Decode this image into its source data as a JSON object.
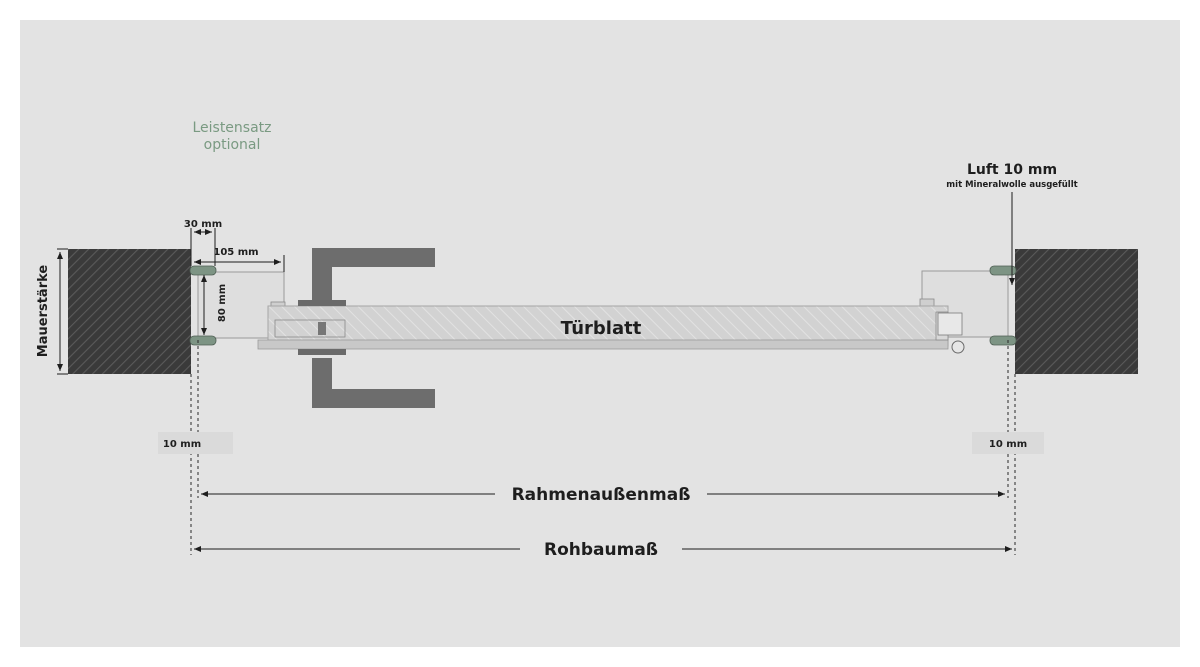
{
  "colors": {
    "background": "#e3e3e3",
    "wall": "#3c3c3c",
    "door_leaf": "#cfcfcf",
    "frame": "#dcdcdc",
    "handle": "#6d6d6d",
    "seal": "#7d9484",
    "accent_green": "#7a9a82",
    "text": "#1e1e1e"
  },
  "labels": {
    "leistensatz_line1": "Leistensatz",
    "leistensatz_line2": "optional",
    "luft_title": "Luft 10 mm",
    "luft_subtitle": "mit Mineralwolle ausgefüllt",
    "dim_30": "30 mm",
    "dim_105": "105 mm",
    "dim_80": "80 mm",
    "mauerstaerke": "Mauerstärke",
    "tuerblatt": "Türblatt",
    "gap_left": "10 mm",
    "gap_right": "10 mm",
    "rahmenaussenmass": "Rahmenaußenmaß",
    "rohbaumass": "Rohbaumaß"
  }
}
